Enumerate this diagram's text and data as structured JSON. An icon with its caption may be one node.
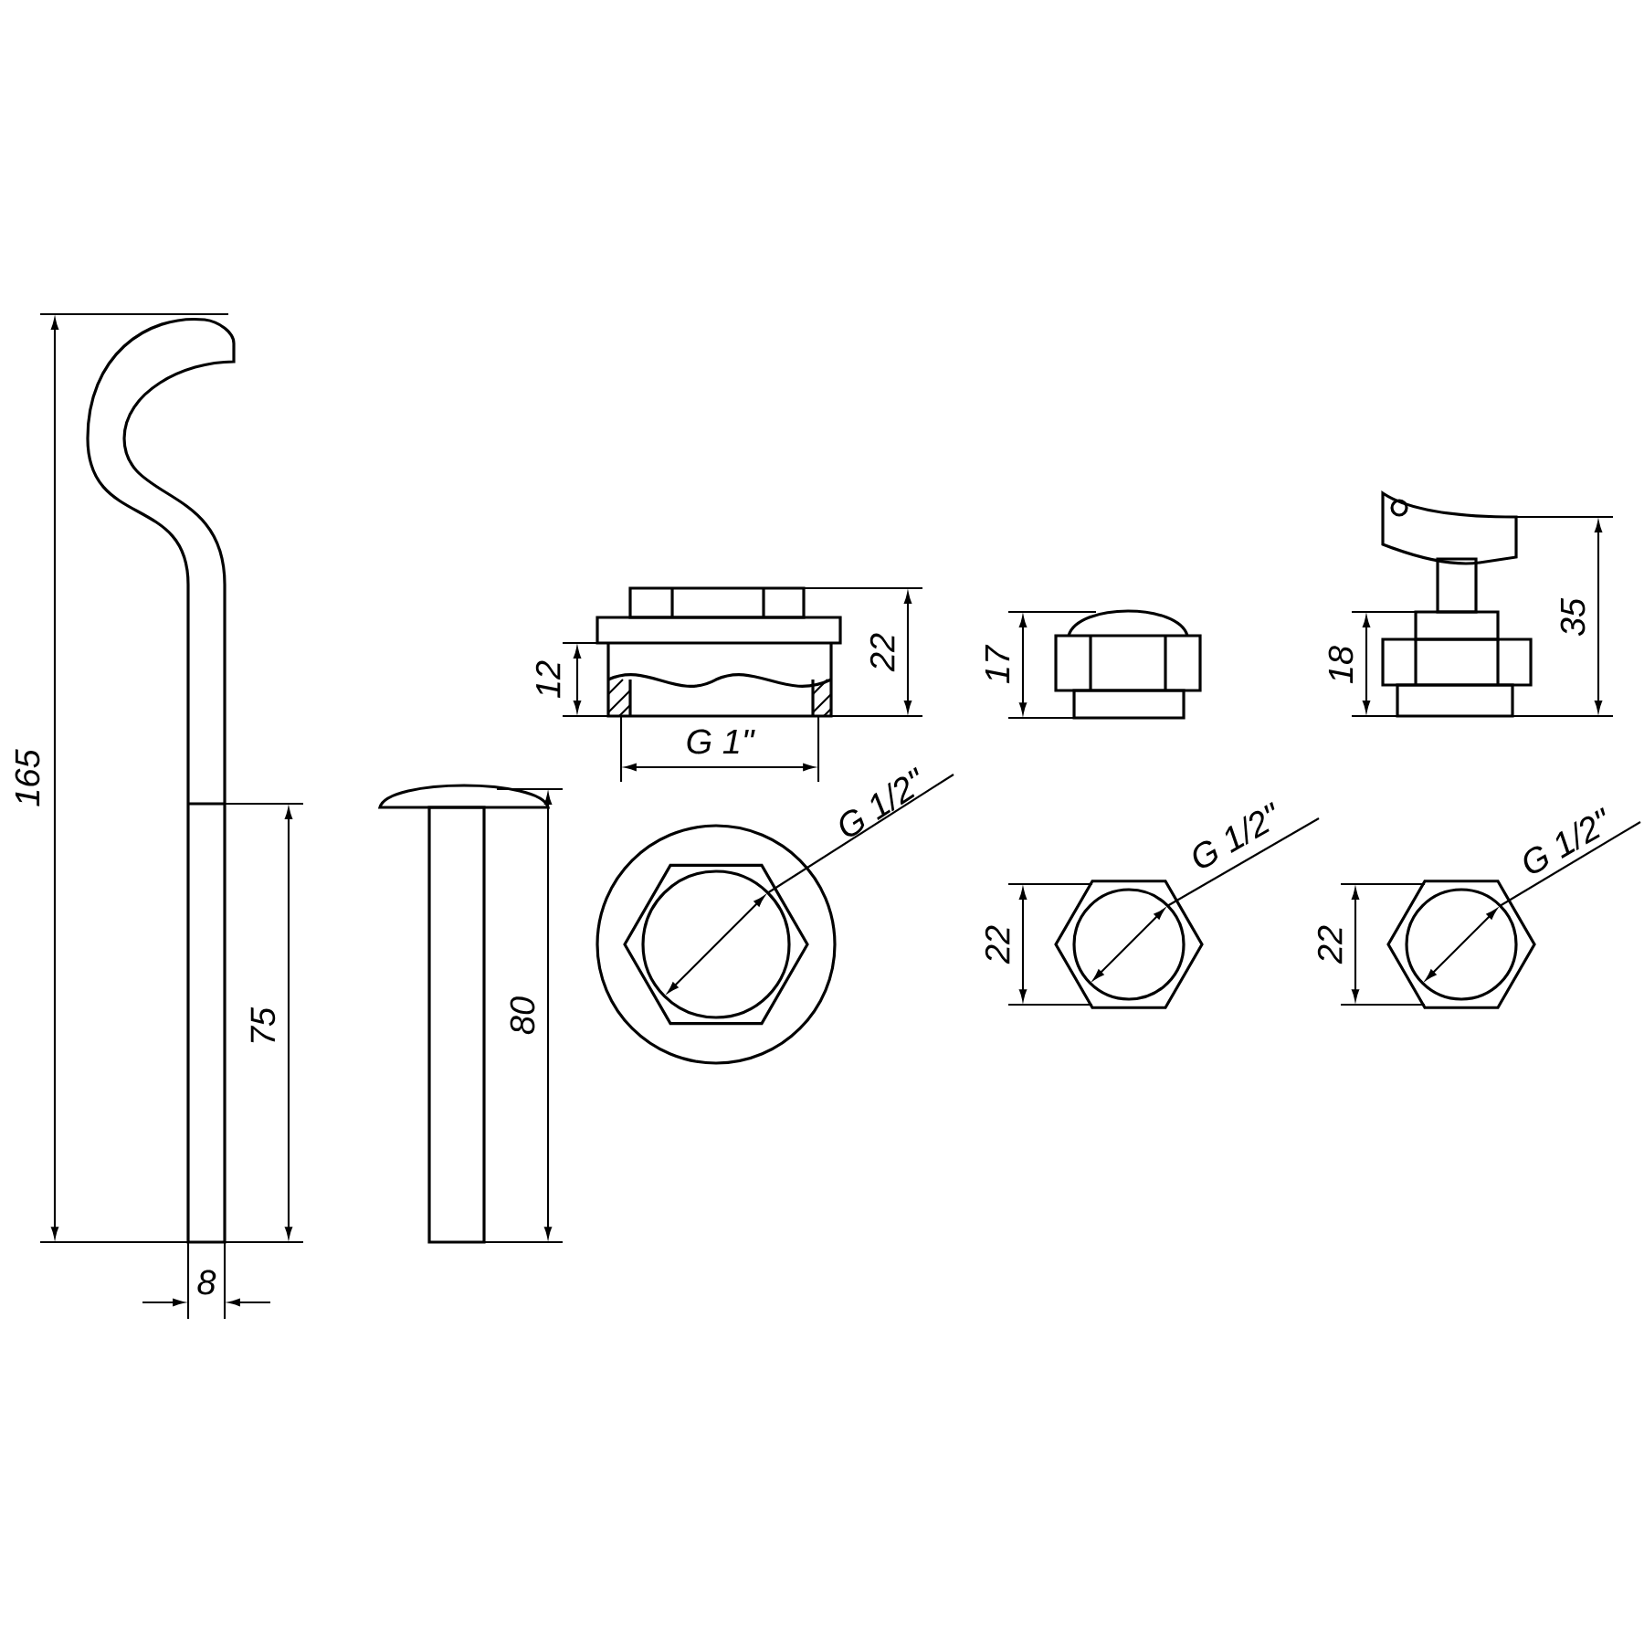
{
  "diagram": {
    "labels": [
      "35",
      "12",
      "22",
      "17",
      "18",
      "G 1\"",
      "165",
      "G 1/2\"",
      "G 1/2\"",
      "G 1/2\"",
      "22",
      "22",
      "75",
      "80",
      "8"
    ]
  }
}
